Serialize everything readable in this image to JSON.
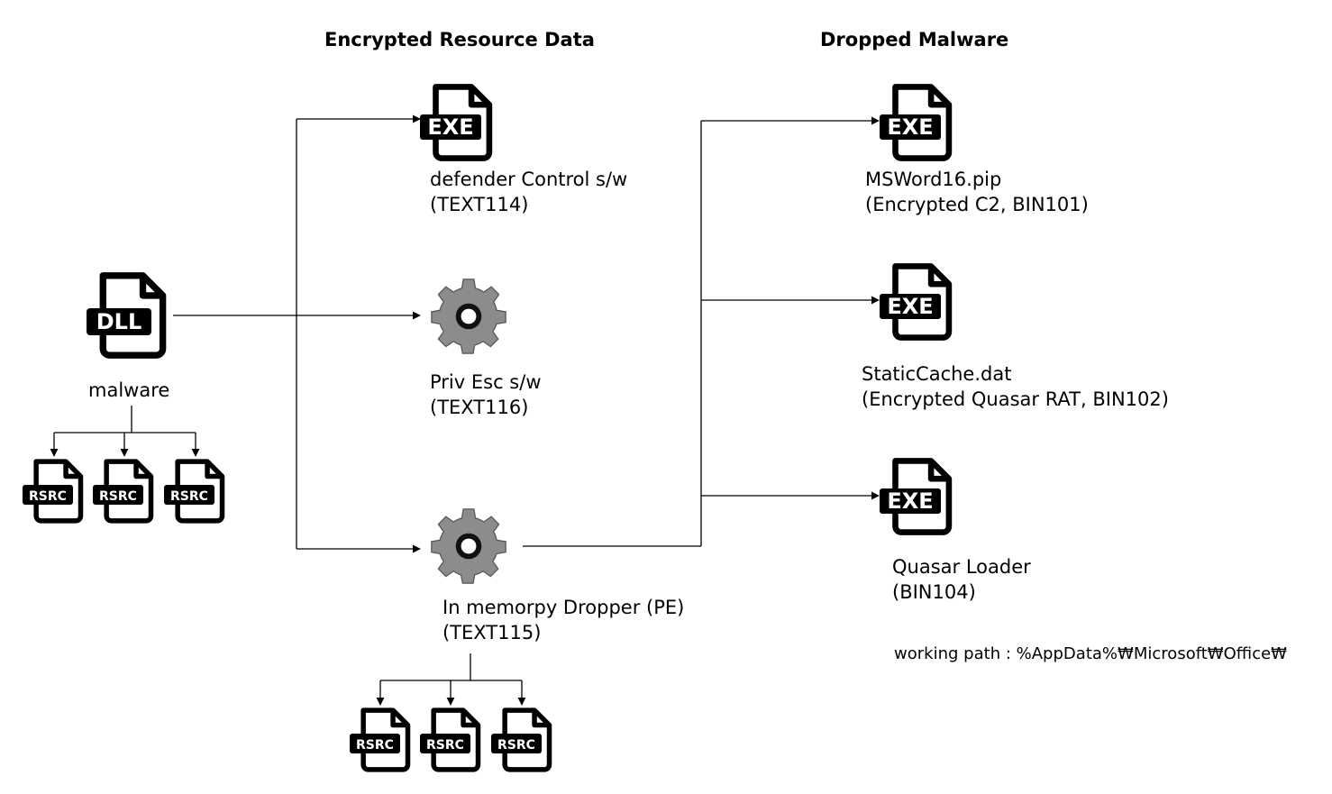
{
  "headers": {
    "encrypted_resource_data": "Encrypted Resource Data",
    "dropped_malware": "Dropped Malware"
  },
  "source": {
    "label": "malware",
    "icon_text": "DLL",
    "icon": "dll-file-icon"
  },
  "resources": {
    "defender_control": {
      "line1": "defender Control s/w",
      "line2": "(TEXT114)",
      "icon_text": "EXE",
      "icon": "exe-file-icon"
    },
    "priv_esc": {
      "line1": "Priv Esc s/w",
      "line2": "(TEXT116)",
      "icon": "gear-icon"
    },
    "dropper": {
      "line1": "In memorpy Dropper (PE)",
      "line2": "(TEXT115)",
      "icon": "gear-icon"
    }
  },
  "dropped": {
    "msword": {
      "line1": "MSWord16.pip",
      "line2": "(Encrypted C2, BIN101)",
      "icon_text": "EXE",
      "icon": "exe-file-icon"
    },
    "staticcache": {
      "line1": "StaticCache.dat",
      "line2": "(Encrypted Quasar RAT, BIN102)",
      "icon_text": "EXE",
      "icon": "exe-file-icon"
    },
    "quasar_loader": {
      "line1": "Quasar Loader",
      "line2": "(BIN104)",
      "icon_text": "EXE",
      "icon": "exe-file-icon"
    }
  },
  "rsrc_label": "RSRC",
  "working_path": "working path : %AppData%₩Microsoft₩Office₩",
  "colors": {
    "line": "#000000",
    "gear_fill": "#8c8c8c",
    "icon_stroke": "#000000",
    "background": "#ffffff"
  }
}
